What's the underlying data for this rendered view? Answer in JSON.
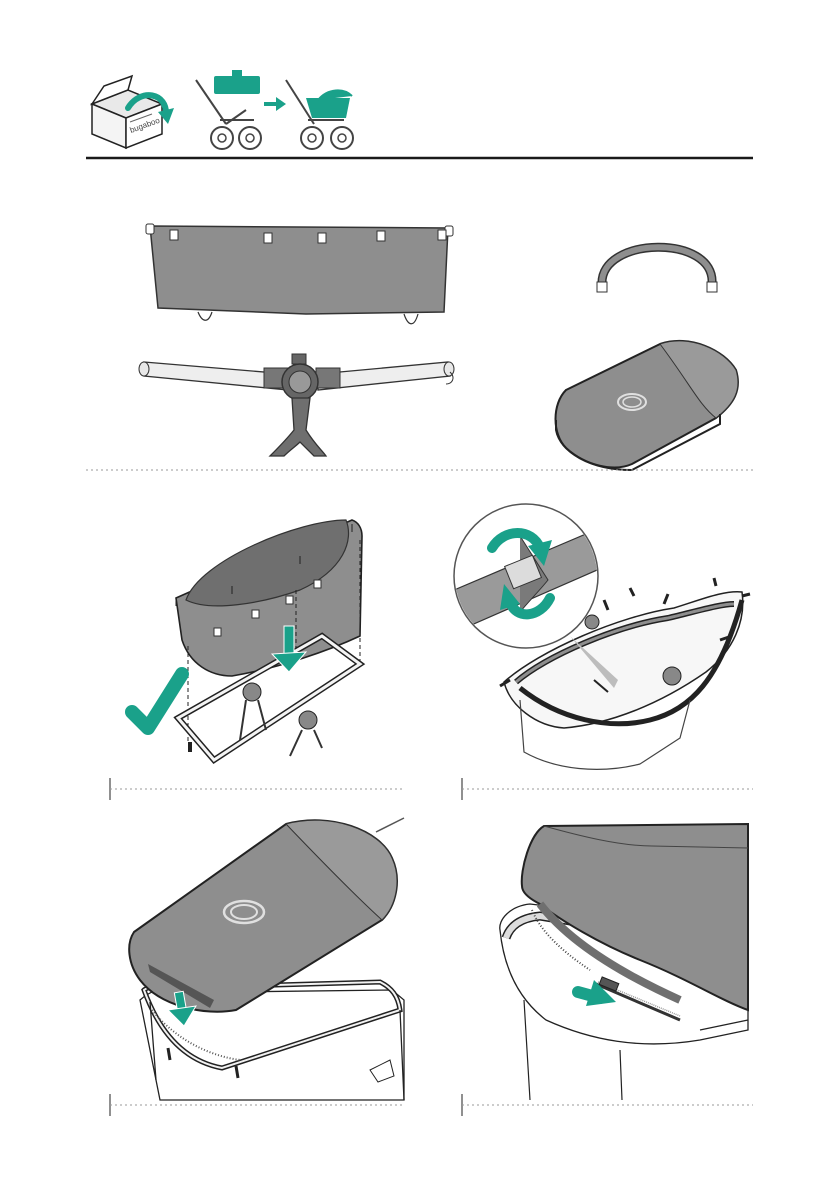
{
  "header": {
    "box_label": "bugaboo",
    "icons": [
      "unbox-icon",
      "stroller-frame-icon",
      "arrow-right-icon",
      "stroller-with-bassinet-icon"
    ]
  },
  "colors": {
    "accent": "#1aa18a",
    "fabric": "#8e8e8e",
    "fabric_dark": "#6f6f6f",
    "line": "#1a1a1a",
    "divider": "#bdbdbd"
  },
  "parts": [
    "bassinet-fabric",
    "canopy-arc",
    "bassinet-frame",
    "apron-cover"
  ],
  "steps": [
    {
      "name": "attach-fabric-to-frame",
      "icons": [
        "checkmark-icon",
        "arrow-down-icon"
      ]
    },
    {
      "name": "fasten-straps",
      "icons": [
        "rotate-arrows-icon",
        "zoom-callout"
      ]
    },
    {
      "name": "place-apron",
      "icons": [
        "arrow-down-icon"
      ]
    },
    {
      "name": "zip-apron",
      "icons": [
        "arrow-right-icon"
      ]
    }
  ]
}
